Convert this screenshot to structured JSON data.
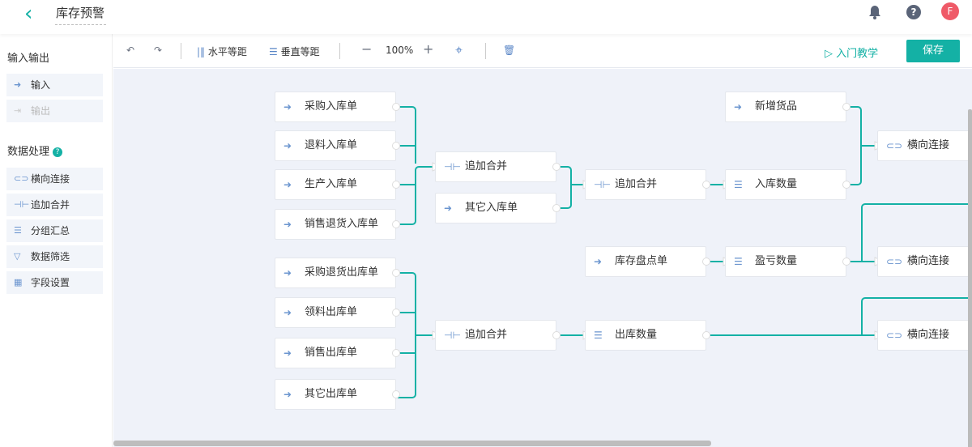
{
  "header": {
    "title": "库存预警",
    "avatar": "F",
    "help": "?"
  },
  "sidebar": {
    "section_io": "输入输出",
    "io_items": [
      {
        "label": "输入",
        "icon": "input-icon"
      },
      {
        "label": "输出",
        "icon": "output-icon",
        "disabled": true
      }
    ],
    "section_proc": "数据处理",
    "help": "?",
    "proc_items": [
      {
        "label": "横向连接",
        "icon": "link-icon"
      },
      {
        "label": "追加合并",
        "icon": "merge-icon"
      },
      {
        "label": "分组汇总",
        "icon": "list-icon"
      },
      {
        "label": "数据筛选",
        "icon": "filter-icon"
      },
      {
        "label": "字段设置",
        "icon": "table-icon"
      }
    ]
  },
  "toolbar": {
    "h_spacing": "水平等距",
    "v_spacing": "垂直等距",
    "zoom": "100%",
    "tutorial": "入门教学",
    "save": "保存"
  },
  "nodes": [
    {
      "label": "采购入库单",
      "icon": "input"
    },
    {
      "label": "退料入库单",
      "icon": "input"
    },
    {
      "label": "生产入库单",
      "icon": "input"
    },
    {
      "label": "销售退货入库单",
      "icon": "input"
    },
    {
      "label": "采购退货出库单",
      "icon": "input"
    },
    {
      "label": "领料出库单",
      "icon": "input"
    },
    {
      "label": "销售出库单",
      "icon": "input"
    },
    {
      "label": "其它出库单",
      "icon": "input"
    },
    {
      "label": "追加合并",
      "icon": "merge"
    },
    {
      "label": "其它入库单",
      "icon": "input"
    },
    {
      "label": "追加合并",
      "icon": "merge"
    },
    {
      "label": "追加合并",
      "icon": "merge"
    },
    {
      "label": "库存盘点单",
      "icon": "input"
    },
    {
      "label": "出库数量",
      "icon": "list"
    },
    {
      "label": "新增货品",
      "icon": "input"
    },
    {
      "label": "入库数量",
      "icon": "list"
    },
    {
      "label": "盈亏数量",
      "icon": "list"
    },
    {
      "label": "横向连接",
      "icon": "link"
    },
    {
      "label": "横向连接",
      "icon": "link"
    },
    {
      "label": "横向连接",
      "icon": "link"
    }
  ],
  "colors": {
    "accent": "#14b1a5",
    "icon": "#6b95cf",
    "canvas": "#eff2f9"
  }
}
